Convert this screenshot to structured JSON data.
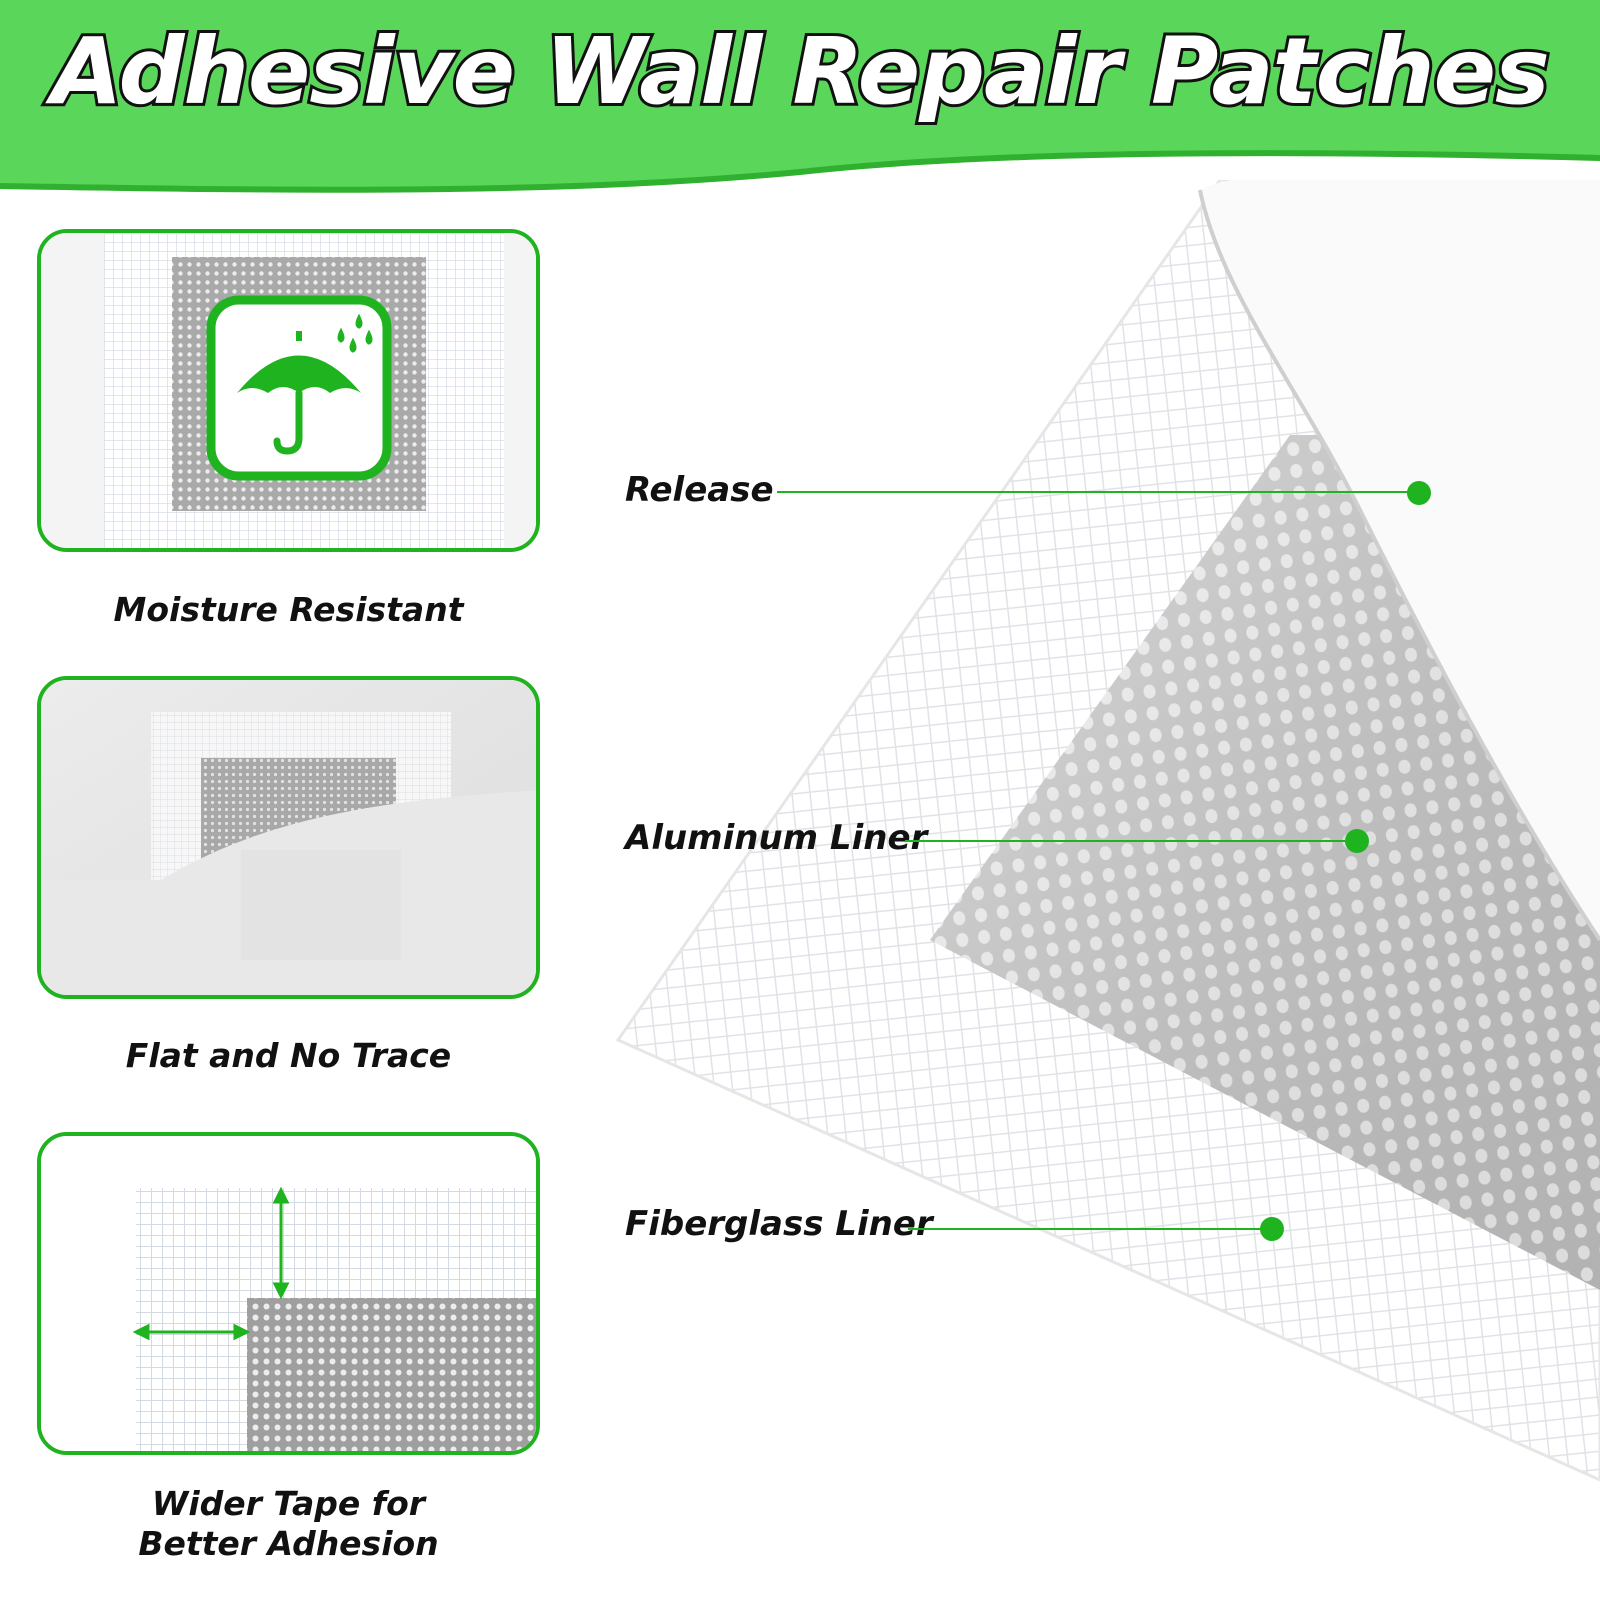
{
  "header": {
    "title": "Adhesive Wall Repair Patches",
    "bg_color": "#5ad65a"
  },
  "features": [
    {
      "caption": "Moisture Resistant",
      "icon": "umbrella-rain-icon"
    },
    {
      "caption": "Flat and No Trace"
    },
    {
      "caption_line1": "Wider Tape for",
      "caption_line2": "Better Adhesion",
      "icon": "double-arrow-icon"
    }
  ],
  "layers": [
    {
      "label": "Release"
    },
    {
      "label": "Aluminum Liner"
    },
    {
      "label": "Fiberglass Liner"
    }
  ],
  "accent_color": "#1fb31f"
}
